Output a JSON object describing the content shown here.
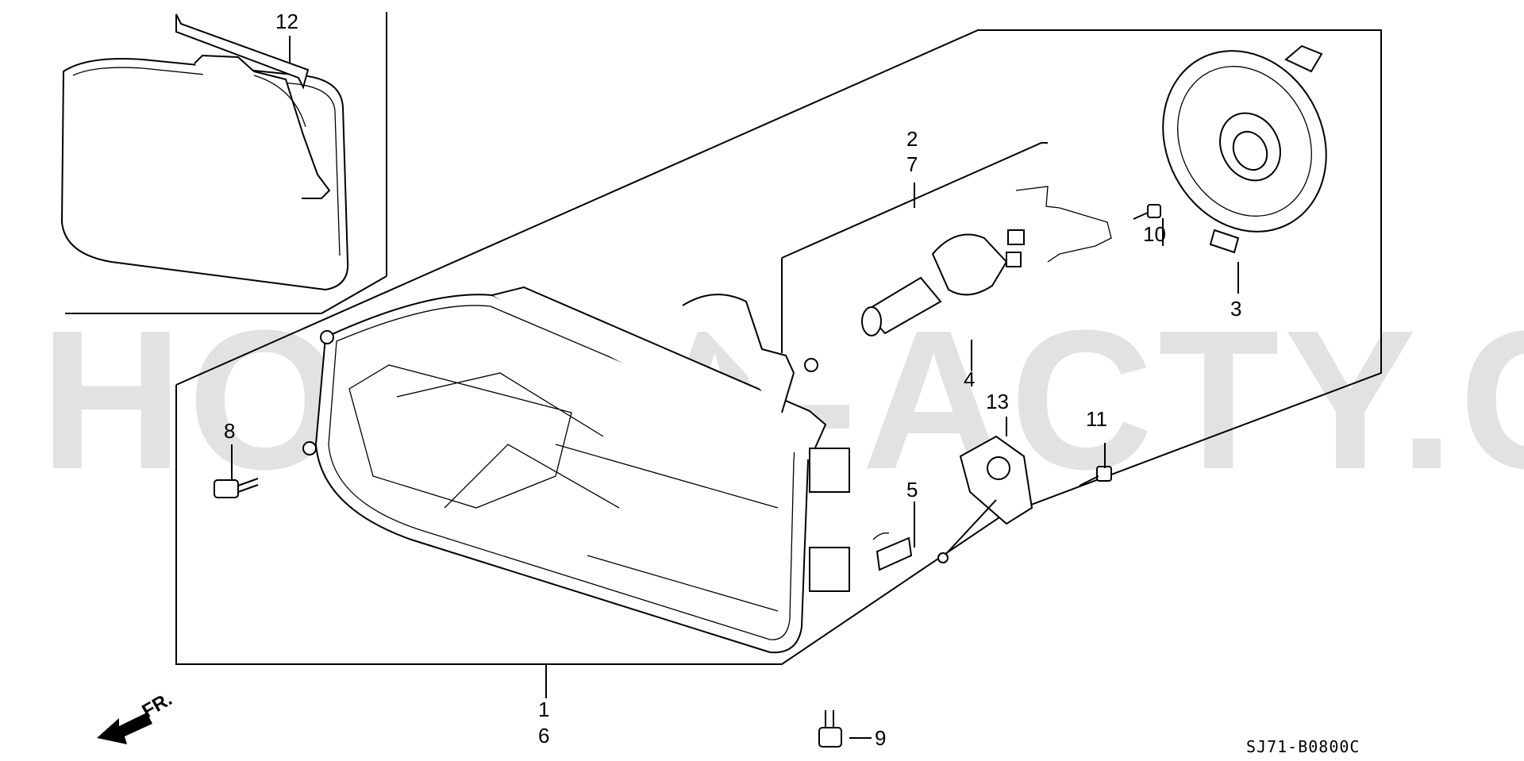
{
  "diagram": {
    "watermark": "HONDA-ACTY.COM",
    "catalog_code": "SJ71-B0800C",
    "direction_label": "FR.",
    "callouts": {
      "c1": "1",
      "c6": "6",
      "c2": "2",
      "c7": "7",
      "c3": "3",
      "c4": "4",
      "c5": "5",
      "c8": "8",
      "c9": "9",
      "c10": "10",
      "c11": "11",
      "c12": "12",
      "c13": "13"
    }
  }
}
